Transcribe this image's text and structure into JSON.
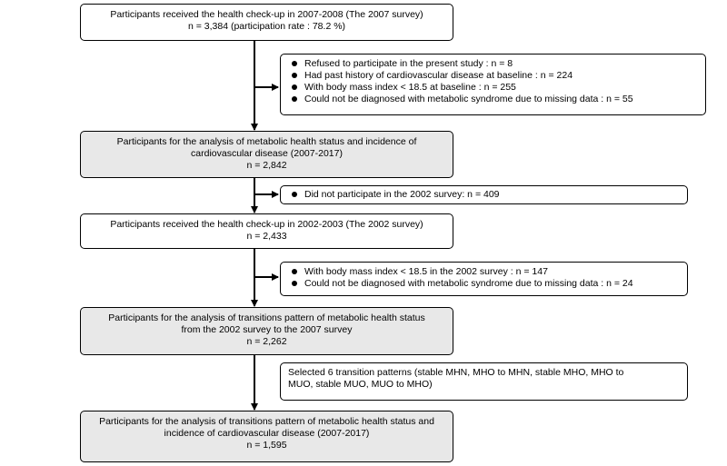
{
  "flow": {
    "box1": {
      "line1": "Participants received the health check-up in 2007-2008 (The 2007 survey)",
      "line2": "n = 3,384 (participation rate : 78.2 %)"
    },
    "excl1": {
      "items": [
        "Refused to participate in the present study : n = 8",
        "Had past  history of cardiovascular disease at baseline : n = 224",
        "With body mass index < 18.5 at baseline : n = 255",
        "Could not be diagnosed with metabolic syndrome due to missing data : n = 55"
      ]
    },
    "box2": {
      "line1": "Participants for the analysis of metabolic health status and incidence of",
      "line2": "cardiovascular disease (2007-2017)",
      "line3": "n = 2,842"
    },
    "excl2": {
      "items": [
        "Did not participate in the 2002 survey: n = 409"
      ]
    },
    "box3": {
      "line1": "Participants received the health check-up in 2002-2003 (The 2002 survey)",
      "line2": "n = 2,433"
    },
    "excl3": {
      "items": [
        "With body mass index < 18.5  in the 2002 survey : n = 147",
        "Could not be diagnosed with metabolic syndrome due to missing data : n = 24"
      ]
    },
    "box4": {
      "line1": "Participants for the analysis of transitions pattern of metabolic health status",
      "line2": "from the 2002 survey to the 2007 survey",
      "line3": "n = 2,262"
    },
    "note": {
      "line1": "Selected 6 transition patterns (stable MHN, MHO to MHN, stable MHO, MHO to",
      "line2": "MUO, stable MUO, MUO to MHO)"
    },
    "box5": {
      "line1": "Participants for the analysis of transitions pattern of metabolic health status and",
      "line2": "incidence of cardiovascular disease (2007-2017)",
      "line3": "n = 1,595"
    }
  }
}
